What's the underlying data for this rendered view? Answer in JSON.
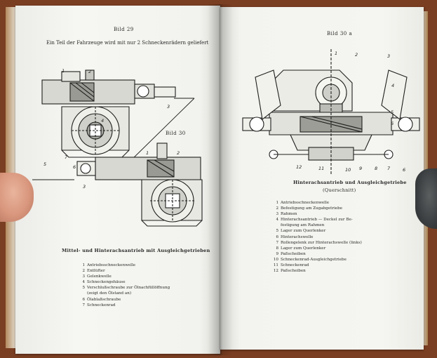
{
  "left_page": {
    "bild_29": "Bild 29",
    "caption_29": "Ein Teil der Fahrzeuge wird mit nur 2 Schneckenrädern geliefert",
    "bild_30": "Bild 30",
    "fig29_callouts": [
      "1",
      "2",
      "3",
      "4",
      "5",
      "6",
      "7"
    ],
    "fig30_callouts": [
      "1",
      "2",
      "3"
    ],
    "heading": "Mittel- und Hinterachsantrieb mit Ausgleichgetrieben",
    "legend": [
      {
        "num": "1",
        "text": "Antriebsschneckenwelle"
      },
      {
        "num": "2",
        "text": "Entlüfter"
      },
      {
        "num": "3",
        "text": "Gelenkwelle"
      },
      {
        "num": "4",
        "text": "Schneckengehäuse"
      },
      {
        "num": "5",
        "text": "Verschlußschraube zur Ölnachfüllöffnung"
      },
      {
        "num": "",
        "text": "(zeigt den Ölstand an)"
      },
      {
        "num": "6",
        "text": "Ölablaßschraube"
      },
      {
        "num": "7",
        "text": "Schneckenrad"
      }
    ]
  },
  "right_page": {
    "bild_30a": "Bild 30 a",
    "fig_callouts_top": [
      "1",
      "2",
      "3",
      "4",
      "5",
      "6"
    ],
    "fig_callouts_bottom": [
      "12",
      "11",
      "10",
      "9",
      "8",
      "7",
      "6"
    ],
    "heading": "Hinterachsantrieb und Ausgleichgetriebe",
    "subheading": "(Querschnitt)",
    "legend": [
      {
        "num": "1",
        "text": "Antriebsschneckenwelle"
      },
      {
        "num": "2",
        "text": "Befestigung am Zugabgetriebe"
      },
      {
        "num": "3",
        "text": "Rahmen"
      },
      {
        "num": "4",
        "text": "Hinterachsantrieb — Deckel zur Be-"
      },
      {
        "num": "",
        "text": "festigung am Rahmen"
      },
      {
        "num": "5",
        "text": "Lager zum Querlenker"
      },
      {
        "num": "6",
        "text": "Hinterachswelle"
      },
      {
        "num": "7",
        "text": "Rollengelenk zur Hinterachswelle (links)"
      },
      {
        "num": "8",
        "text": "Lager zum Querlenker"
      },
      {
        "num": "9",
        "text": "Paßscheiben"
      },
      {
        "num": "10",
        "text": "Schneckenrad-Ausgleichgetriebe"
      },
      {
        "num": "11",
        "text": "Schneckenrad"
      },
      {
        "num": "12",
        "text": "Paßscheiben"
      }
    ]
  },
  "colors": {
    "table": "#7a3e22",
    "paper": "#f3f3ef",
    "ink": "#2a2a2a"
  }
}
